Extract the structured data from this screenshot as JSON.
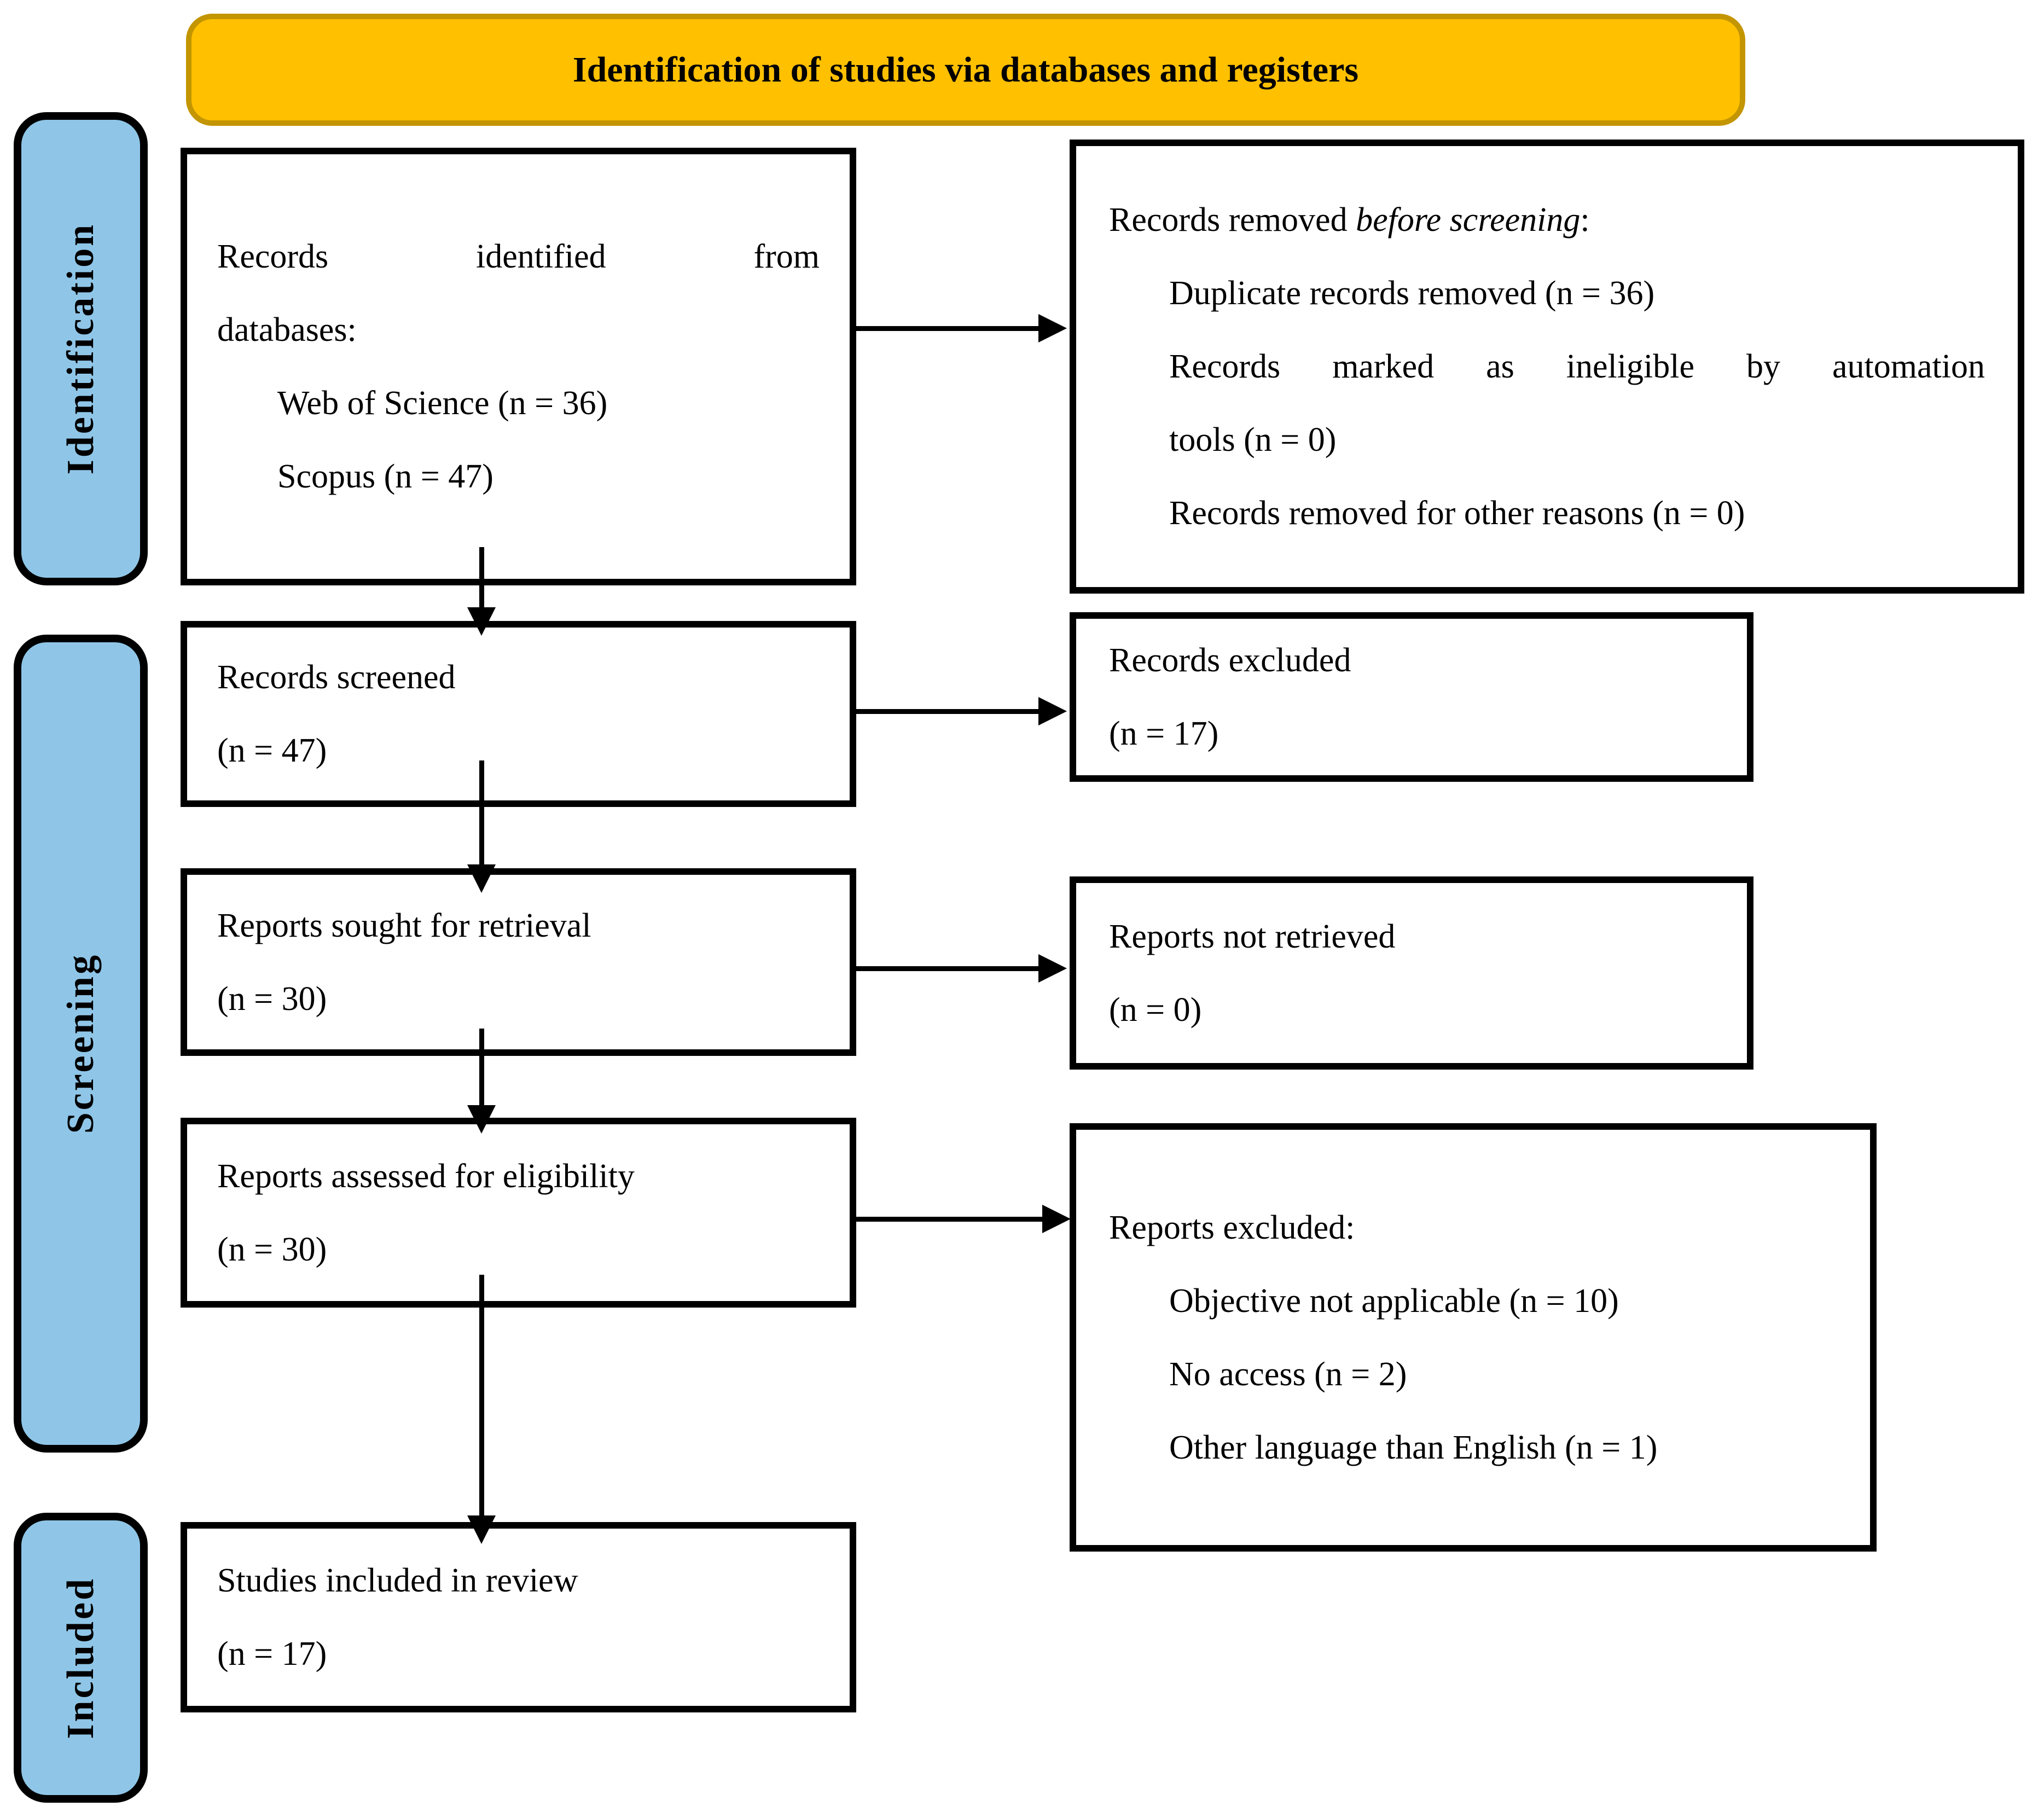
{
  "banner": {
    "title": "Identification of studies via databases and registers"
  },
  "colors": {
    "banner_fill": "#FFC000",
    "banner_border": "#C39500",
    "sidebar_fill": "#8FC6E8",
    "box_border": "#000000",
    "text": "#000000"
  },
  "sidebar": {
    "identification_label": "Identification",
    "screening_label": "Screening",
    "included_label": "Included"
  },
  "boxes": {
    "identified": {
      "line1_words": [
        "Records",
        "identified",
        "from"
      ],
      "line2": "databases:",
      "item1": "Web of Science (n = 36)",
      "item2": "Scopus (n = 47)"
    },
    "removed": {
      "heading_prefix": "Records removed ",
      "heading_italic": "before screening",
      "heading_suffix": ":",
      "item1": "Duplicate records removed (n = 36)",
      "item2_words": [
        "Records",
        "marked",
        "as",
        "ineligible",
        "by",
        "automation"
      ],
      "item2_cont": "tools (n = 0)",
      "item3": "Records removed for other reasons (n = 0)"
    },
    "screened": {
      "line1": "Records screened",
      "line2": "(n = 47)"
    },
    "records_excluded": {
      "line1": "Records excluded",
      "line2": "(n = 17)"
    },
    "sought": {
      "line1": "Reports sought for retrieval",
      "line2": "(n = 30)"
    },
    "not_retrieved": {
      "line1": "Reports not retrieved",
      "line2": "(n = 0)"
    },
    "assessed": {
      "line1": "Reports assessed for eligibility",
      "line2": "(n = 30)"
    },
    "reports_excluded": {
      "heading": "Reports excluded:",
      "item1": "Objective not applicable (n = 10)",
      "item2": "No access (n = 2)",
      "item3": "Other language than English (n = 1)"
    },
    "included_box": {
      "line1": "Studies included in review",
      "line2": "(n = 17)"
    }
  }
}
